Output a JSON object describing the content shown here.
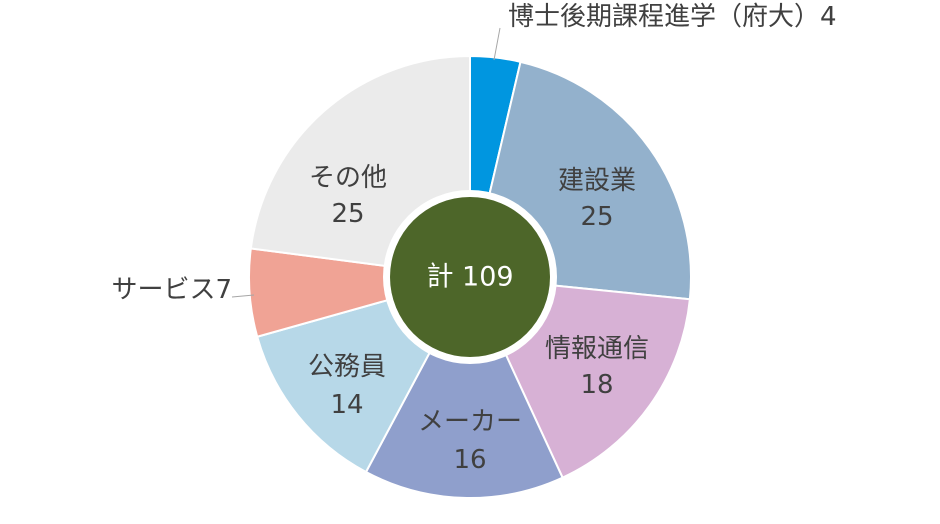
{
  "chart_data": {
    "type": "pie",
    "variant": "donut",
    "start_angle": "12 o'clock",
    "direction": "clockwise",
    "title": "",
    "total_label": "計 109",
    "total": 109,
    "slices": [
      {
        "label": "博士後期課程進学（府大）",
        "value": 4,
        "color": "#0096e0",
        "label_style": "outside",
        "value_text": "4"
      },
      {
        "label": "建設業",
        "value": 25,
        "color": "#93b1cc",
        "label_style": "inside",
        "value_text": "25"
      },
      {
        "label": "情報通信",
        "value": 18,
        "color": "#d7b1d5",
        "label_style": "inside",
        "value_text": "18"
      },
      {
        "label": "メーカー",
        "value": 16,
        "color": "#8f9fcc",
        "label_style": "inside",
        "value_text": "16"
      },
      {
        "label": "公務員",
        "value": 14,
        "color": "#b7d8e8",
        "label_style": "inside",
        "value_text": "14"
      },
      {
        "label": "サービス",
        "value": 7,
        "color": "#f0a395",
        "label_style": "outside",
        "value_text": "7"
      },
      {
        "label": "その他",
        "value": 25,
        "color": "#ebebeb",
        "label_style": "inside",
        "value_text": "25"
      }
    ],
    "center_color": "#4d6629",
    "center_ring_color": "#ffffff",
    "legend": "none"
  }
}
